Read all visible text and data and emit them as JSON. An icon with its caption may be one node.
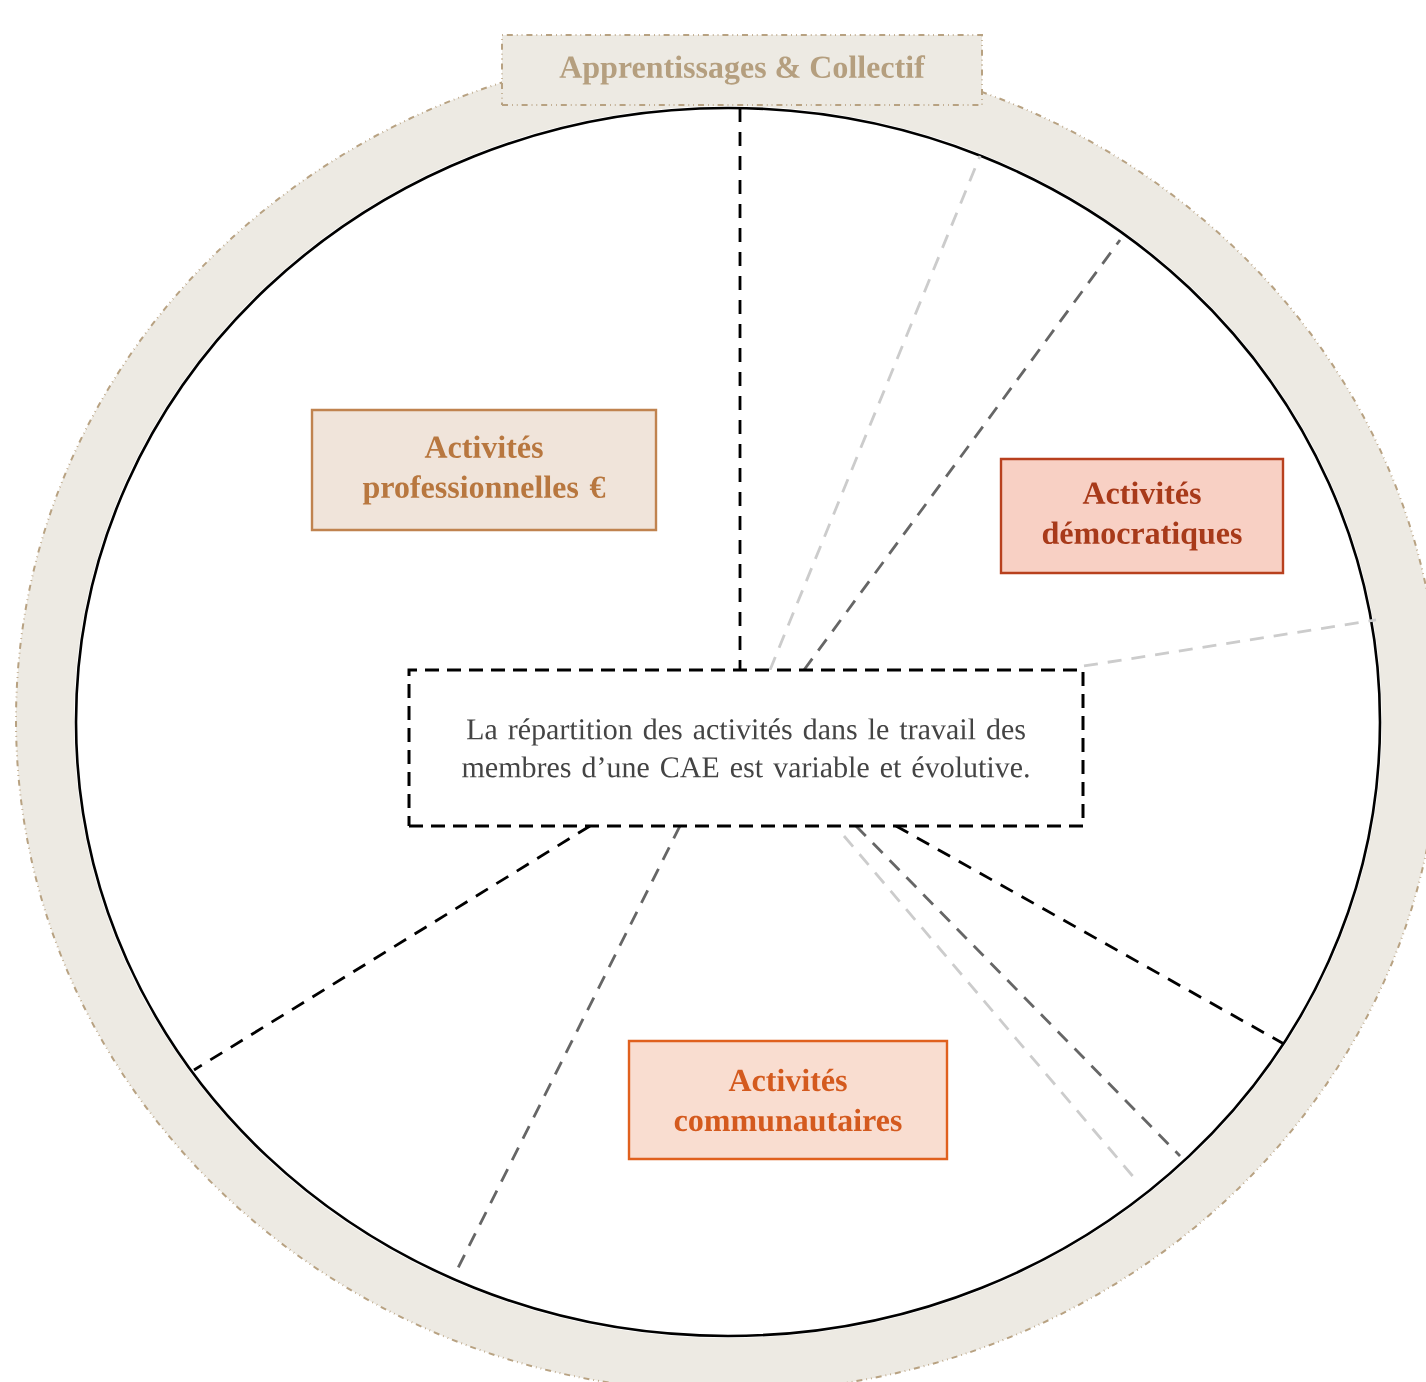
{
  "diagram": {
    "nodes": [
      {
        "text": [
          "Apprentissages & Collectif"
        ]
      },
      {
        "text": [],
        "shape": "circle",
        "in": 0
      },
      {
        "text": [
          "Activités professionnelles €"
        ],
        "in": 1
      },
      {
        "text": [
          "Activités démocratiques"
        ],
        "in": 1
      },
      {
        "text": [
          "La répartition des activités dans le travail des membres d’une CAE est variable et évolutive."
        ],
        "in": 1
      },
      {
        "text": [
          "Activités communautaires"
        ],
        "in": 1
      }
    ]
  }
}
